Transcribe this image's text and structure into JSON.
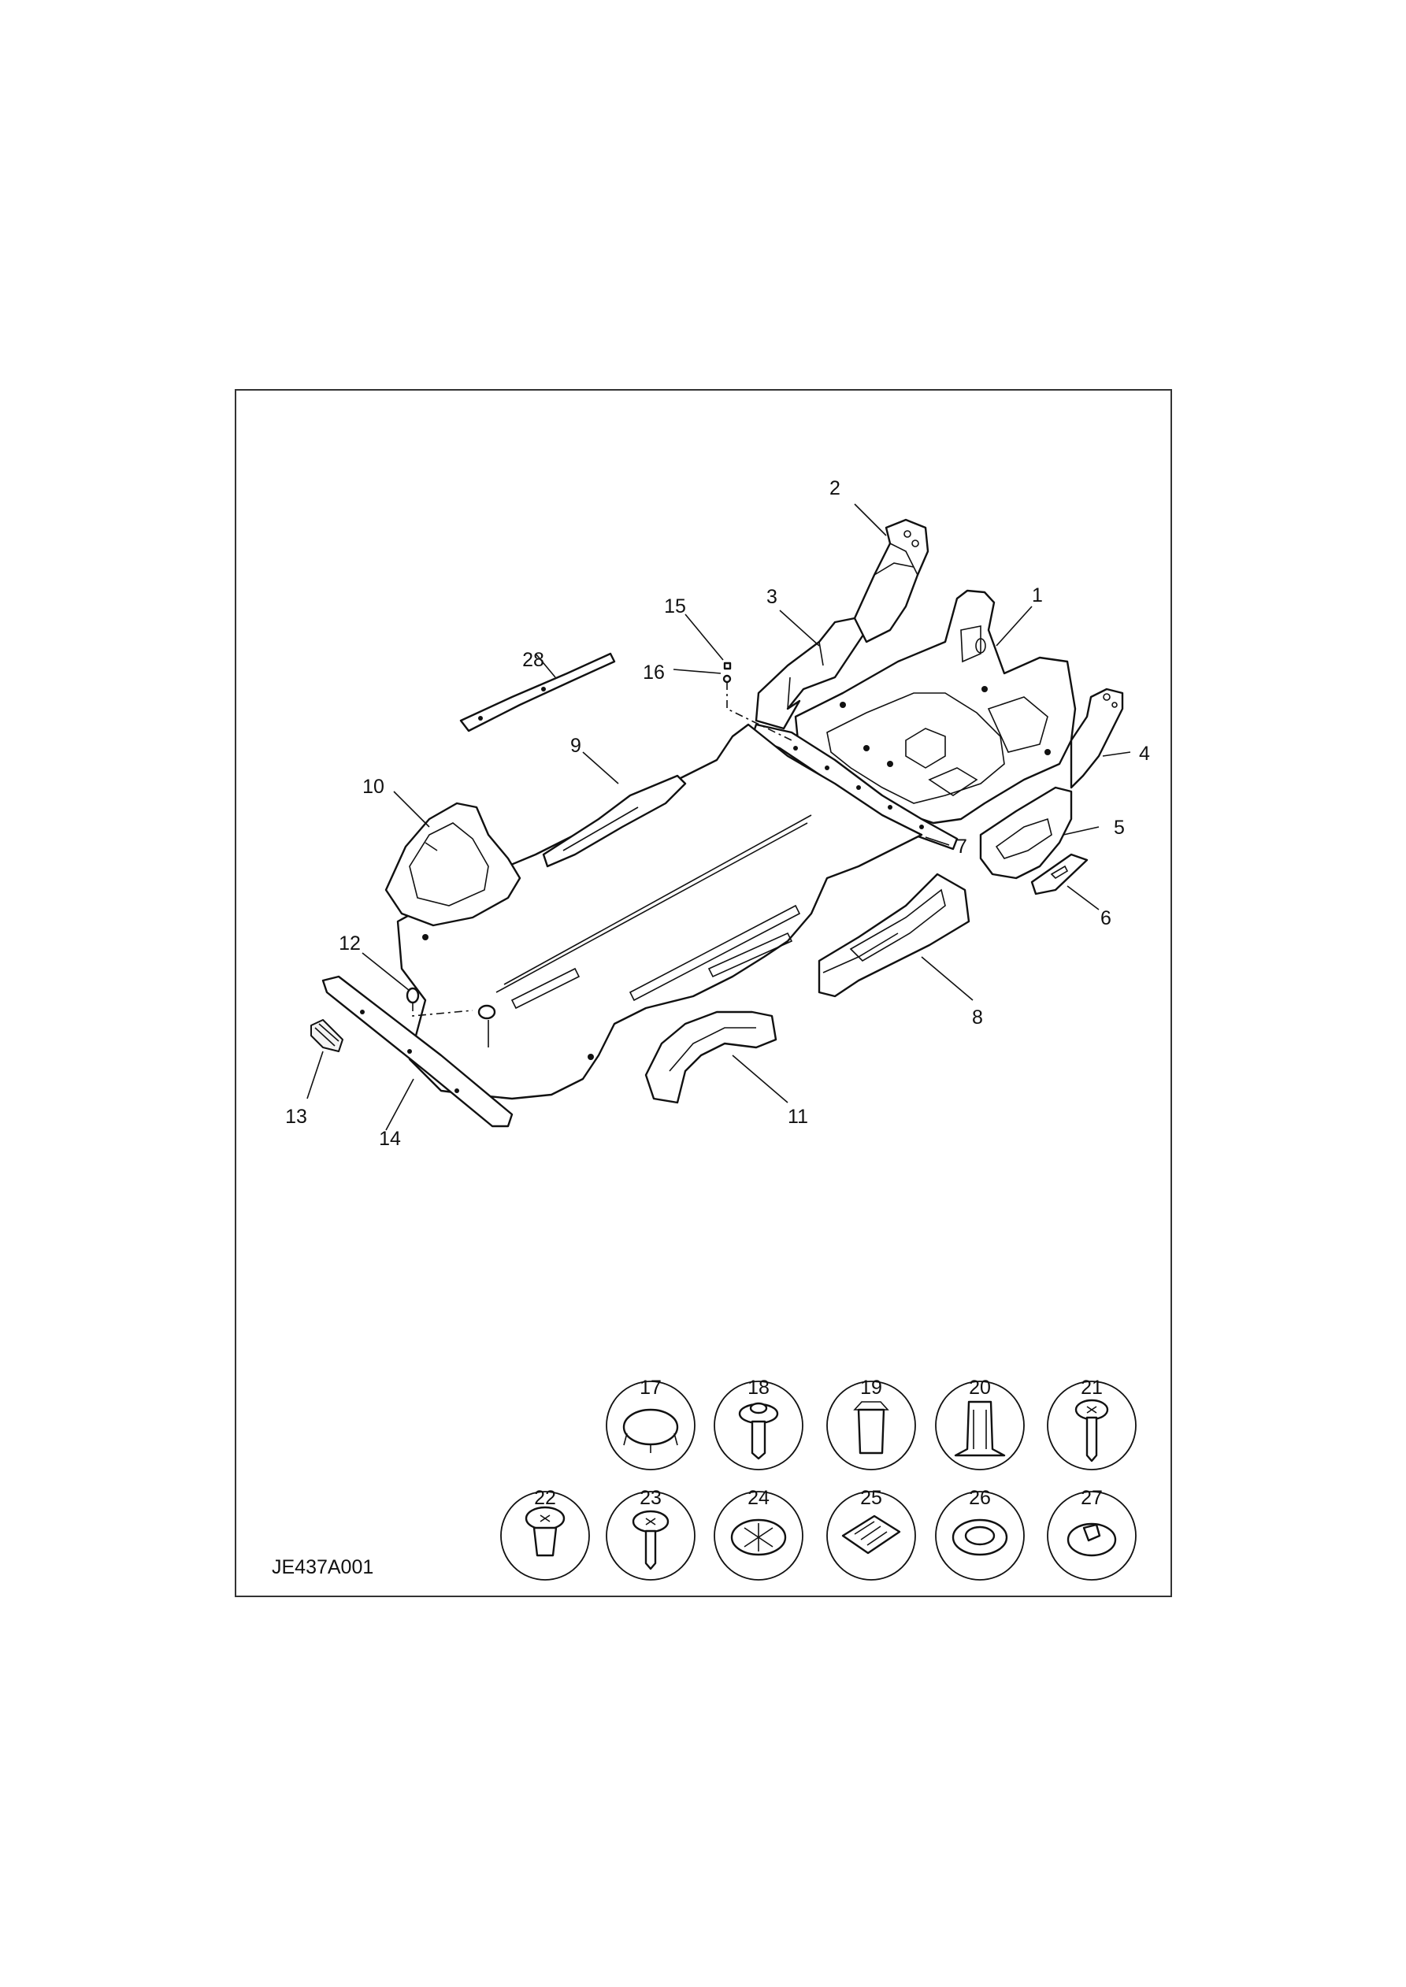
{
  "reference_code": "JE437A001",
  "callouts": [
    "1",
    "2",
    "3",
    "4",
    "5",
    "6",
    "7",
    "8",
    "9",
    "10",
    "11",
    "12",
    "13",
    "14",
    "15",
    "16",
    "28"
  ],
  "fasteners": [
    "17",
    "18",
    "19",
    "20",
    "21",
    "22",
    "23",
    "24",
    "25",
    "26",
    "27"
  ]
}
